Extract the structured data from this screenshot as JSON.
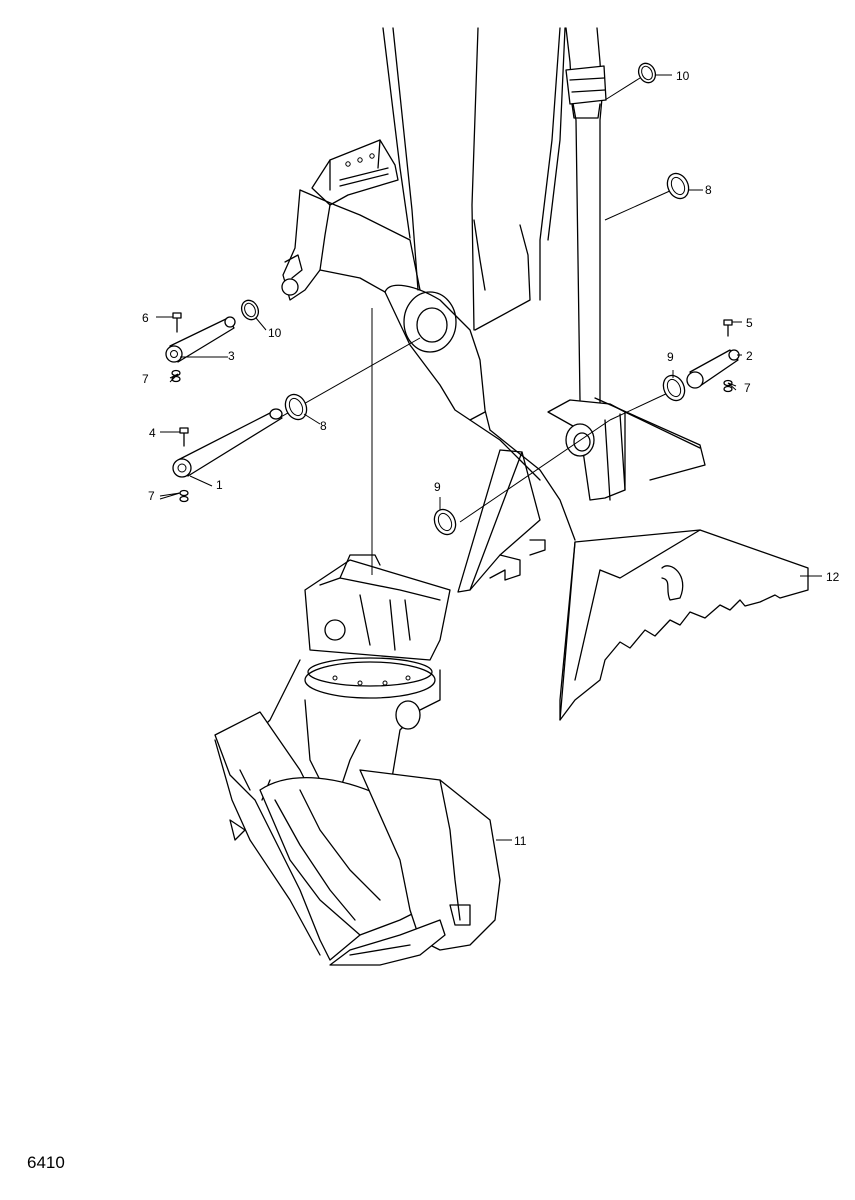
{
  "drawing_number": "6410",
  "callouts": [
    {
      "id": "c1",
      "label": "1"
    },
    {
      "id": "c2",
      "label": "2"
    },
    {
      "id": "c3",
      "label": "3"
    },
    {
      "id": "c4",
      "label": "4"
    },
    {
      "id": "c5",
      "label": "5"
    },
    {
      "id": "c6",
      "label": "6"
    },
    {
      "id": "c7a",
      "label": "7"
    },
    {
      "id": "c7b",
      "label": "7"
    },
    {
      "id": "c7c",
      "label": "7"
    },
    {
      "id": "c8a",
      "label": "8"
    },
    {
      "id": "c8b",
      "label": "8"
    },
    {
      "id": "c9a",
      "label": "9"
    },
    {
      "id": "c9b",
      "label": "9"
    },
    {
      "id": "c10a",
      "label": "10"
    },
    {
      "id": "c10b",
      "label": "10"
    },
    {
      "id": "c11",
      "label": "11"
    },
    {
      "id": "c12",
      "label": "12"
    }
  ]
}
